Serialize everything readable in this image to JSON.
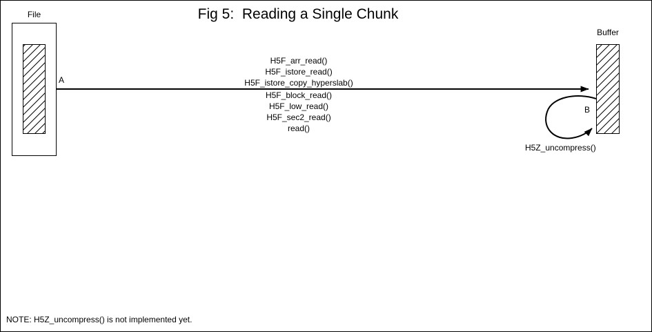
{
  "title": "Fig 5:  Reading a Single Chunk",
  "file": {
    "label": "File"
  },
  "buffer": {
    "label": "Buffer"
  },
  "path_a": {
    "label": "A",
    "functions": [
      "H5F_arr_read()",
      "H5F_istore_read()",
      "H5F_istore_copy_hyperslab()",
      "H5F_block_read()",
      "H5F_low_read()",
      "H5F_sec2_read()",
      "read()"
    ]
  },
  "path_b": {
    "label": "B",
    "function": "H5Z_uncompress()"
  },
  "note": "NOTE: H5Z_uncompress() is not implemented yet.",
  "colors": {
    "ink": "#000000",
    "background": "#ffffff"
  }
}
